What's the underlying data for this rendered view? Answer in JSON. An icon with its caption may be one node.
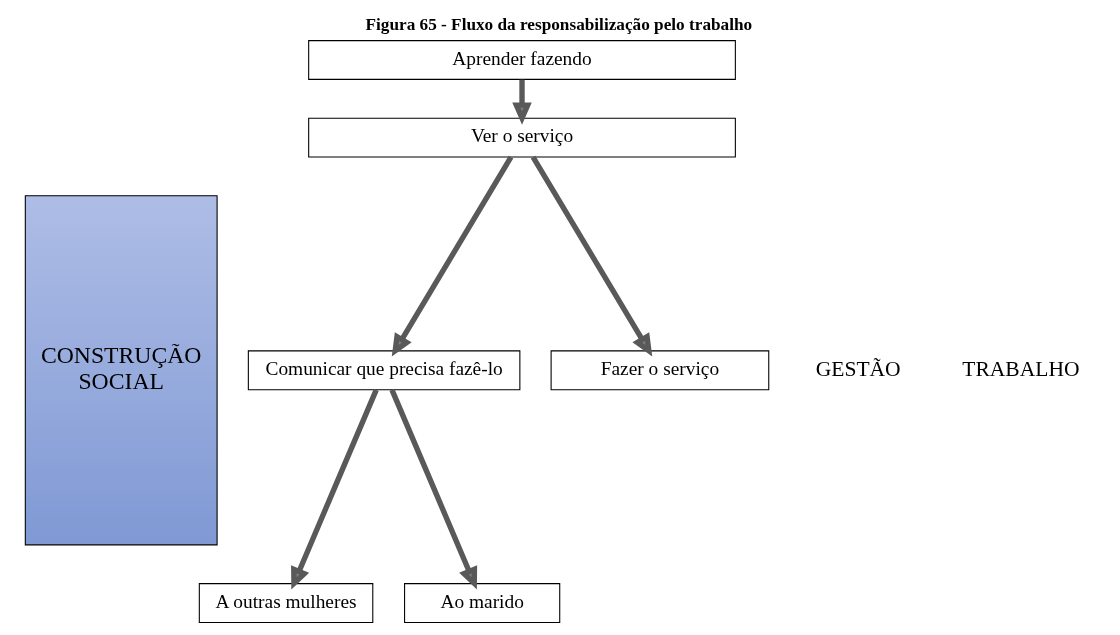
{
  "diagram": {
    "title": "Figura 65 - Fluxo da responsabilização pelo trabalho",
    "nodes": [
      {
        "text": [
          "CONSTRUÇÃO",
          "SOCIAL"
        ]
      },
      {
        "text": [
          "Aprender fazendo"
        ]
      },
      {
        "text": [
          "Ver o serviço"
        ]
      },
      {
        "text": [
          "Comunicar que precisa fazê-lo"
        ]
      },
      {
        "text": [
          "Fazer o serviço"
        ]
      },
      {
        "text": [
          "A outras mulheres"
        ]
      },
      {
        "text": [
          "Ao marido"
        ]
      }
    ],
    "edges": [
      {
        "from": 1,
        "to": 2,
        "arrow": "to"
      },
      {
        "from": 2,
        "to": 3,
        "arrow": "to"
      },
      {
        "from": 2,
        "to": 4,
        "arrow": "to"
      },
      {
        "from": 3,
        "to": 5,
        "arrow": "to"
      },
      {
        "from": 3,
        "to": 6,
        "arrow": "to"
      }
    ],
    "labels": [
      "GESTÃO",
      "TRABALHO"
    ]
  }
}
